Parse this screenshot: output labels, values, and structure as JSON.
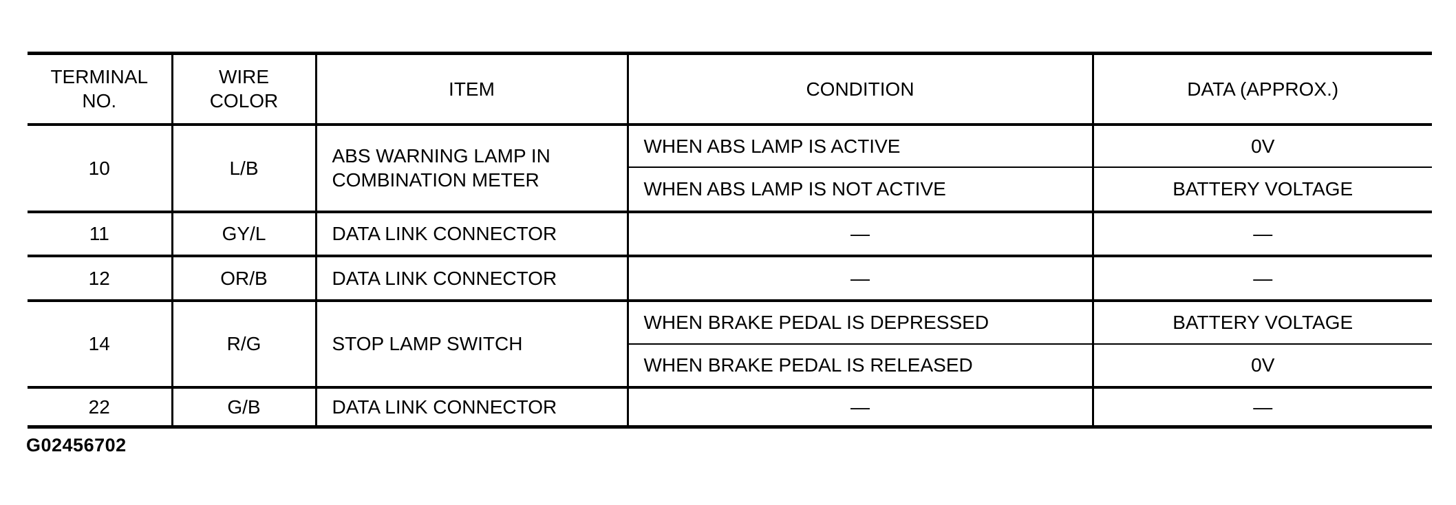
{
  "table": {
    "columns": [
      "TERMINAL\nNO.",
      "WIRE\nCOLOR",
      "ITEM",
      "CONDITION",
      "DATA (APPROX.)"
    ],
    "rows": [
      {
        "terminal": "10",
        "wire": "L/B",
        "item": "ABS WARNING LAMP IN\nCOMBINATION METER",
        "entries": [
          {
            "condition": "WHEN ABS LAMP IS ACTIVE",
            "data": "0V"
          },
          {
            "condition": "WHEN ABS LAMP IS NOT ACTIVE",
            "data": "BATTERY VOLTAGE"
          }
        ]
      },
      {
        "terminal": "11",
        "wire": "GY/L",
        "item": "DATA LINK CONNECTOR",
        "entries": [
          {
            "condition": "—",
            "data": "—"
          }
        ]
      },
      {
        "terminal": "12",
        "wire": "OR/B",
        "item": "DATA LINK CONNECTOR",
        "entries": [
          {
            "condition": "—",
            "data": "—"
          }
        ]
      },
      {
        "terminal": "14",
        "wire": "R/G",
        "item": "STOP LAMP SWITCH",
        "entries": [
          {
            "condition": "WHEN BRAKE PEDAL IS DEPRESSED",
            "data": "BATTERY VOLTAGE"
          },
          {
            "condition": "WHEN BRAKE PEDAL IS RELEASED",
            "data": "0V"
          }
        ]
      },
      {
        "terminal": "22",
        "wire": "G/B",
        "item": "DATA LINK CONNECTOR",
        "entries": [
          {
            "condition": "—",
            "data": "—"
          }
        ]
      }
    ]
  },
  "footer": {
    "figure_id": "G02456702"
  }
}
